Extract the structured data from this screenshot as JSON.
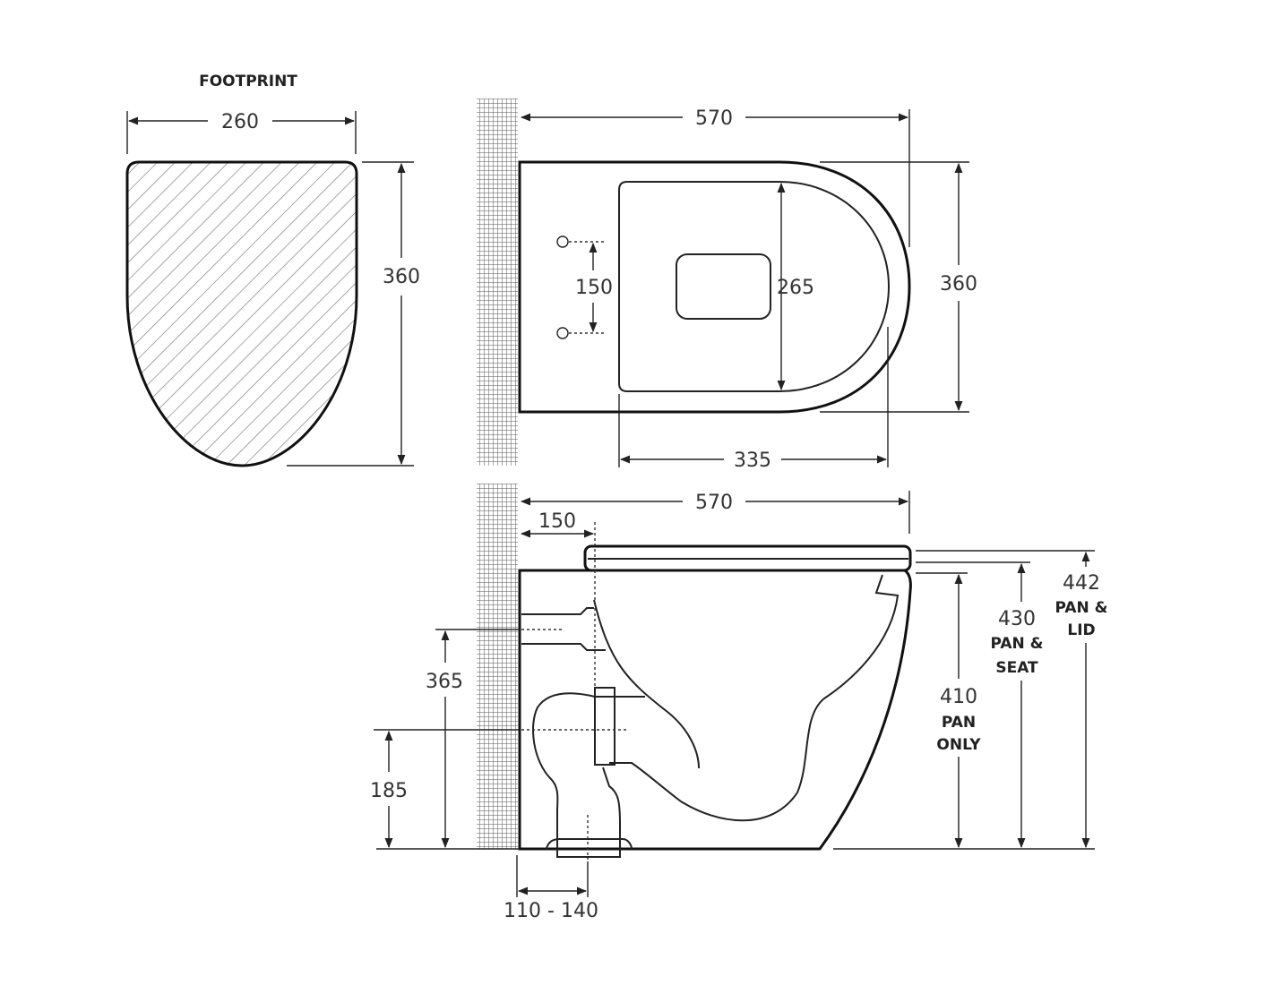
{
  "title": "FOOTPRINT",
  "footprint": {
    "width": "260",
    "depth": "360"
  },
  "plan_view": {
    "length": "570",
    "fixing_centres": "150",
    "seat_inner_width": "265",
    "width": "360",
    "seat_depth": "335"
  },
  "side_view": {
    "length": "570",
    "seat_setback": "150",
    "inlet_height": "365",
    "outlet_height": "185",
    "set_out": "110 - 140",
    "height_pan": {
      "value": "410",
      "label1": "PAN",
      "label2": "ONLY"
    },
    "height_seat": {
      "value": "430",
      "label1": "PAN &",
      "label2": "SEAT"
    },
    "height_lid": {
      "value": "442",
      "label1": "PAN &",
      "label2": "LID"
    }
  },
  "colors": {
    "line": "#222222",
    "background": "#ffffff"
  }
}
